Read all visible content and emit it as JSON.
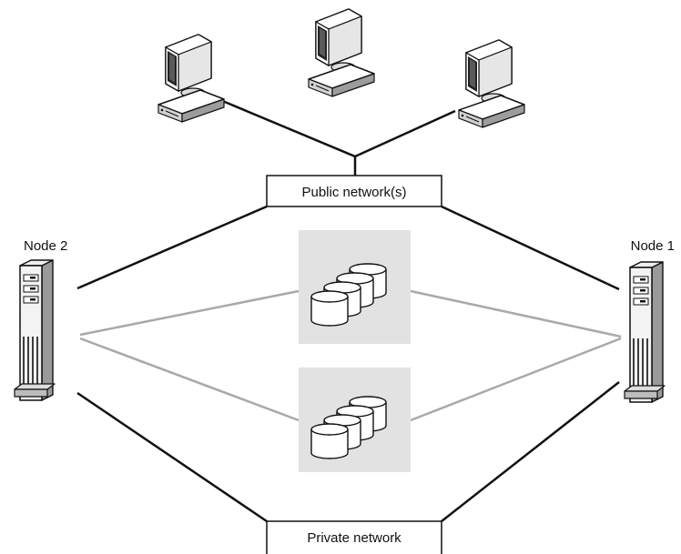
{
  "labels": {
    "public_network": "Public network(s)",
    "private_network": "Private network",
    "node_left": "Node 2",
    "node_right": "Node 1"
  },
  "icons": {
    "client": "desktop-computer-icon",
    "server": "tower-server-icon",
    "storage": "disk-array-icon"
  },
  "colors": {
    "connection": "#111111",
    "storage_link": "#a9a9a9",
    "storage_panel": "#e2e2e2"
  }
}
